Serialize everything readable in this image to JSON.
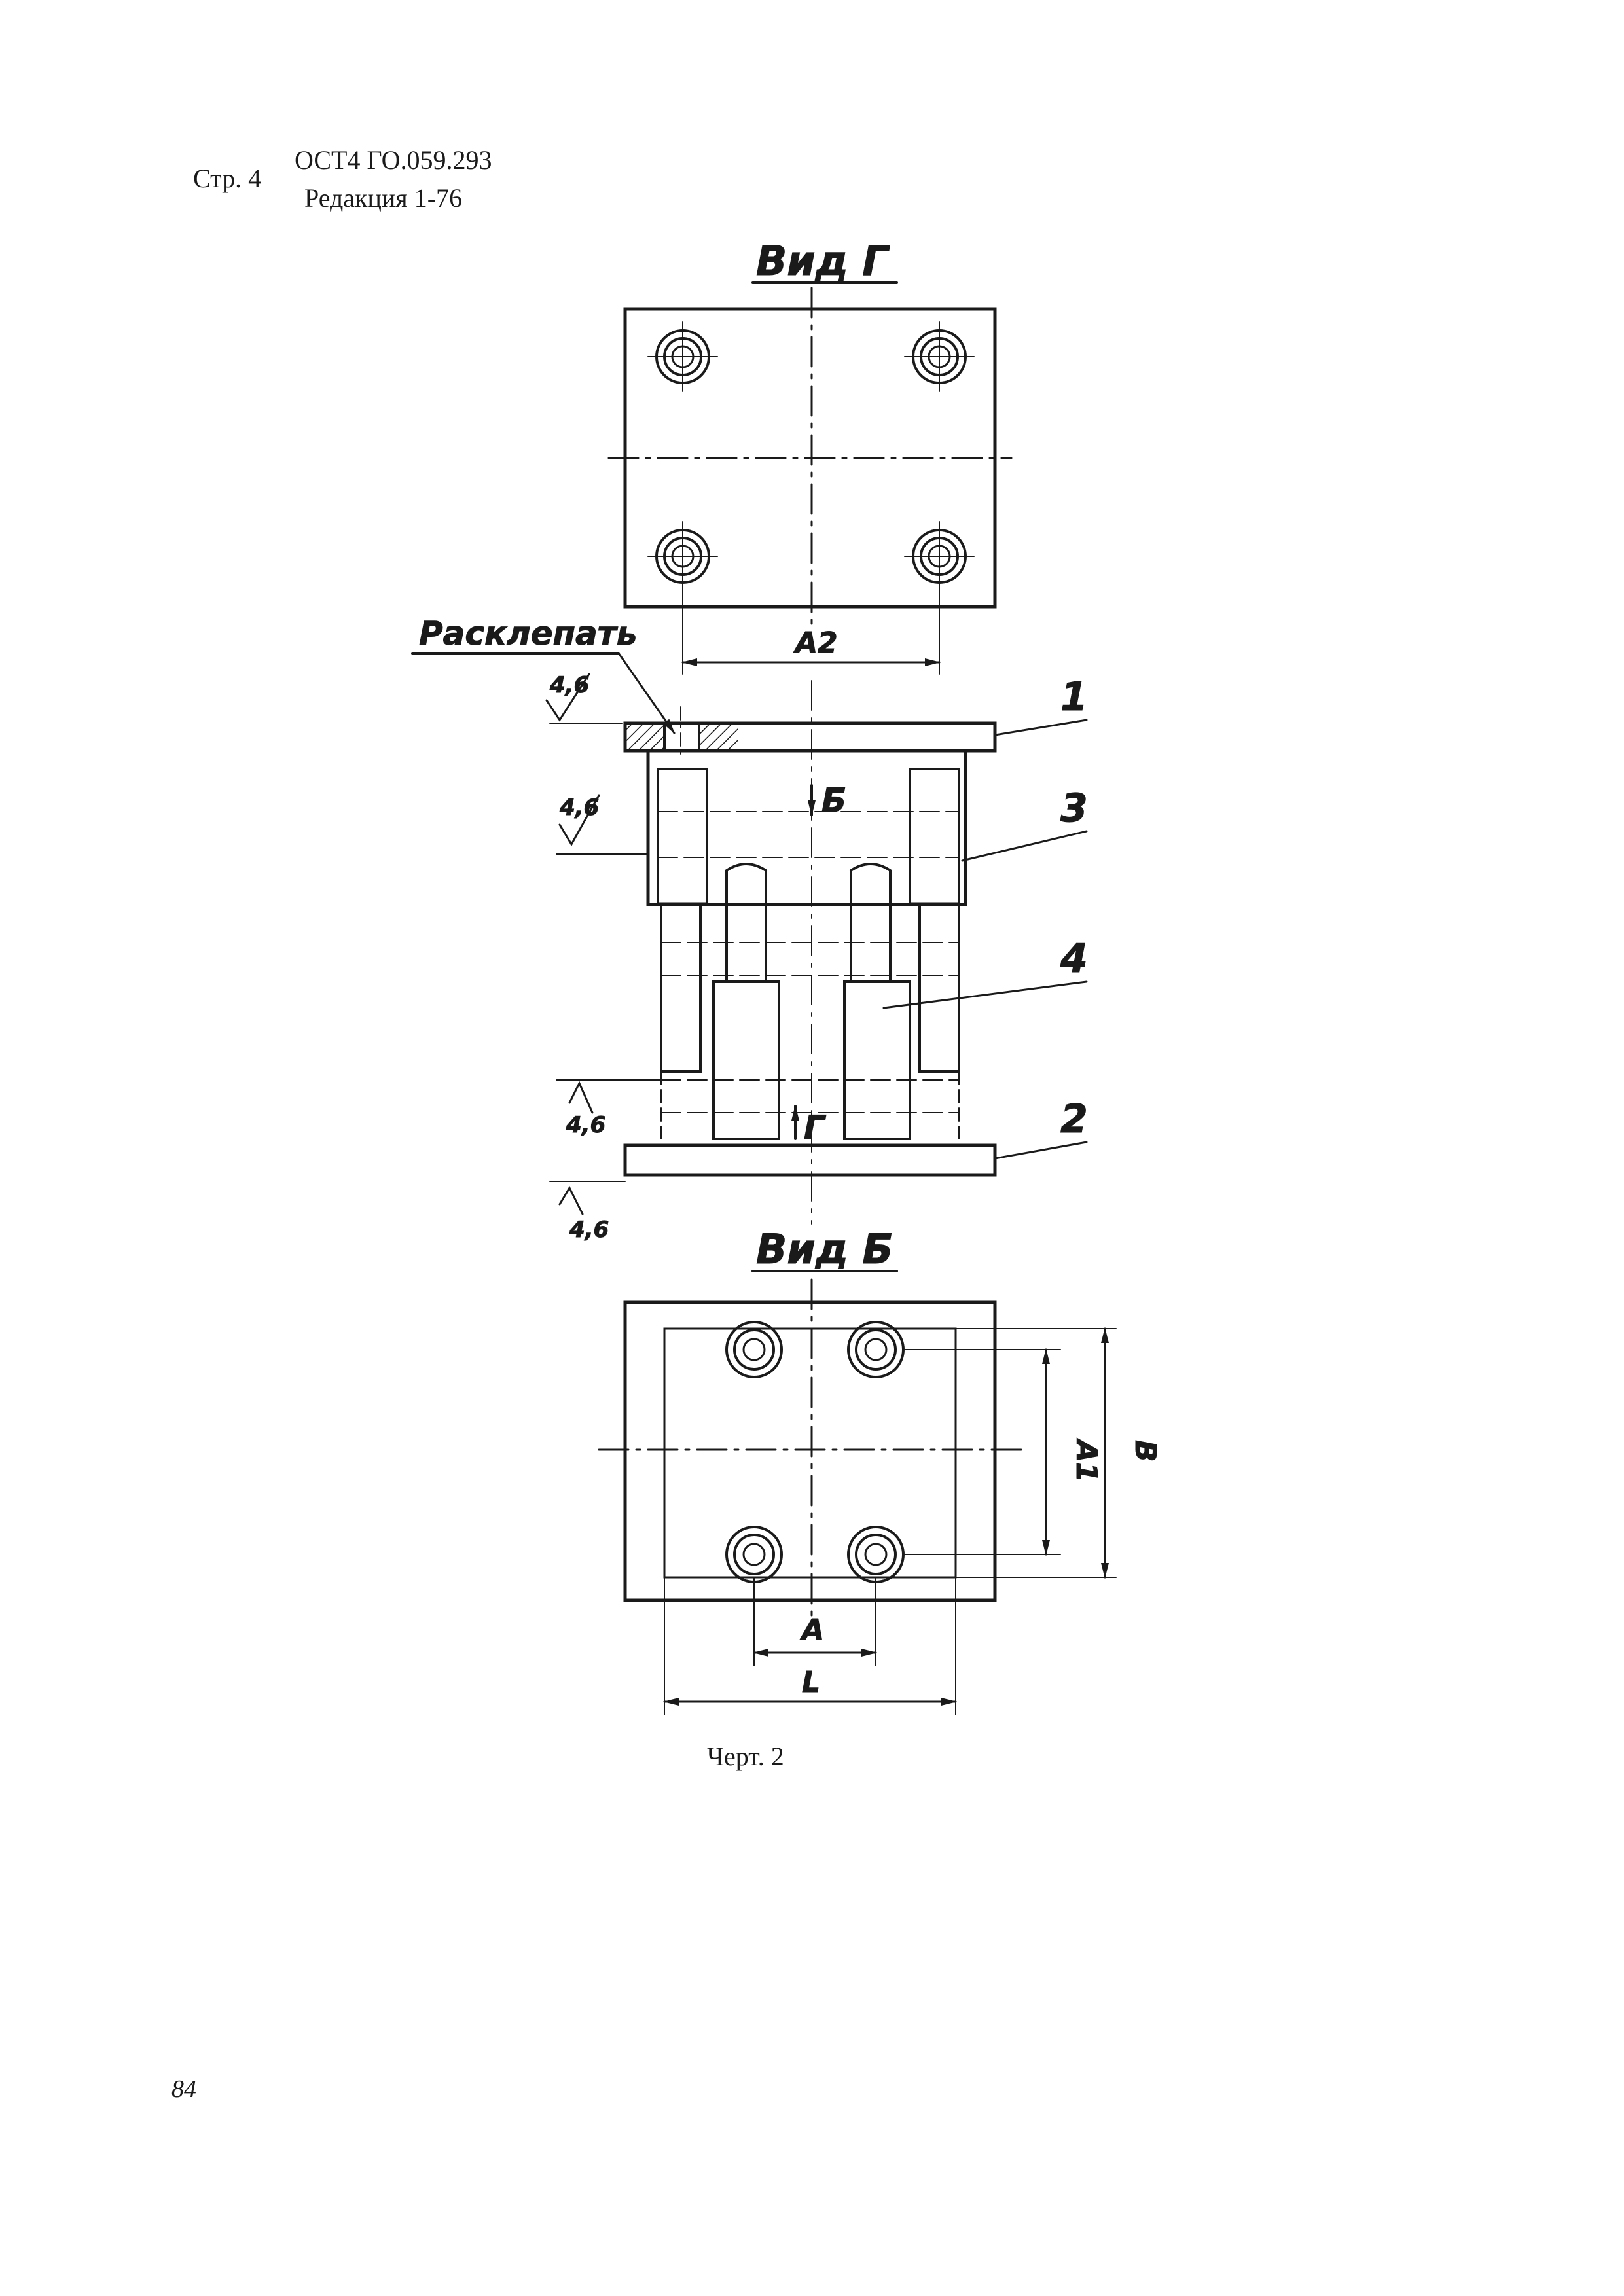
{
  "header": {
    "page_label": "Стр. 4",
    "standard": "ОСТ4 ГО.059.293",
    "edition": "Редакция 1-76"
  },
  "views": {
    "view_g_title": "Вид Г",
    "view_b_title": "Вид Б"
  },
  "callouts": {
    "rivet_note": "Расклепать",
    "part_1": "1",
    "part_2": "2",
    "part_3": "3",
    "part_4": "4",
    "arrow_b": "Б",
    "arrow_g": "Г"
  },
  "dimensions": {
    "a2": "A2",
    "a1": "A1",
    "b": "B",
    "a": "A",
    "l": "L"
  },
  "roughness": {
    "r1": "4,6",
    "r2": "4,6",
    "r3": "4,6",
    "r4": "4,6"
  },
  "caption": "Черт. 2",
  "page_number": "84"
}
